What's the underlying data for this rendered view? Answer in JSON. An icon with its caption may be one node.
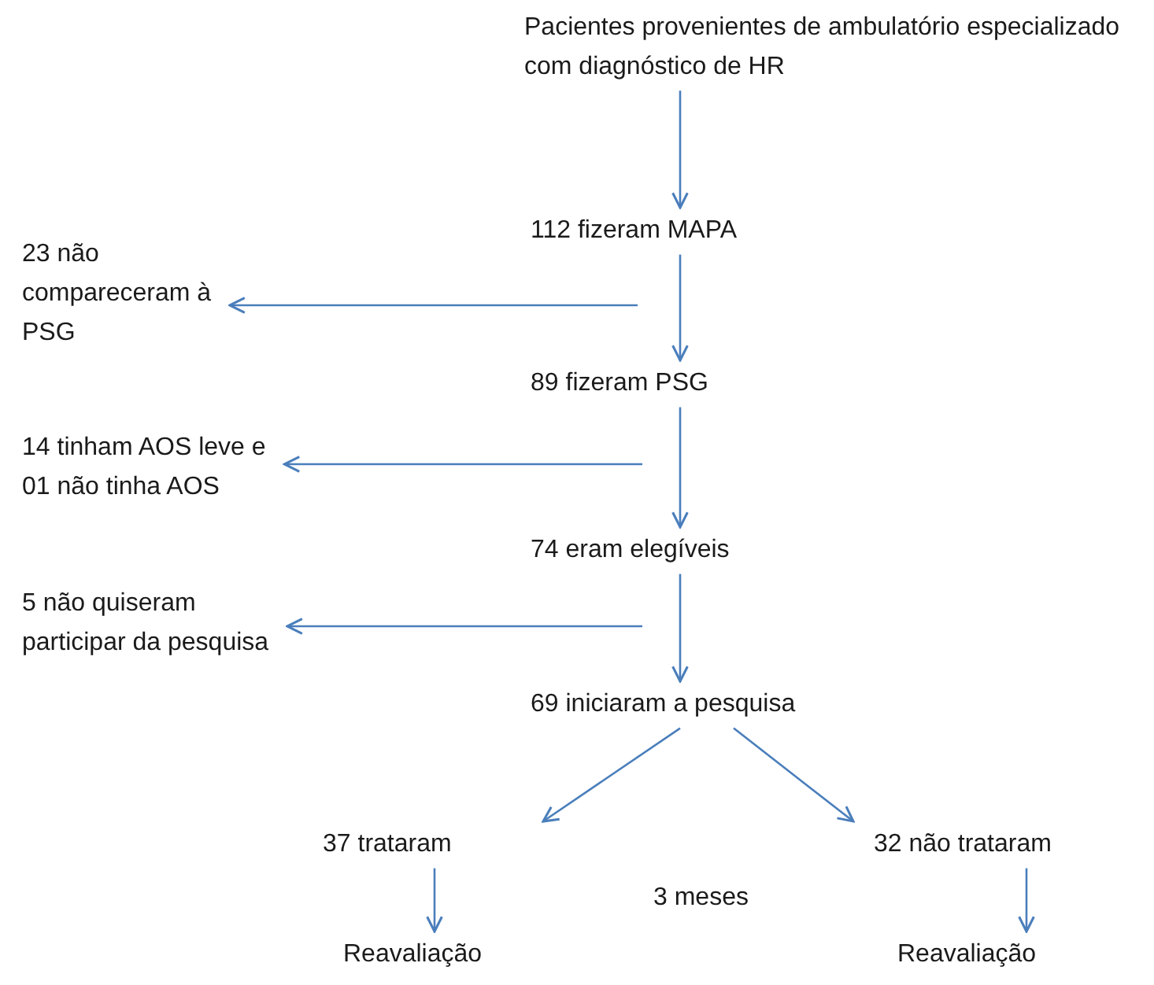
{
  "diagram": {
    "nodes": [
      {
        "text": [
          "Pacientes provenientes de ambulatório especializado com diagnóstico de HR"
        ]
      },
      {
        "text": [
          "112 fizeram MAPA"
        ]
      },
      {
        "text": [
          "23 não compareceram à PSG"
        ]
      },
      {
        "text": [
          "89 fizeram PSG"
        ]
      },
      {
        "text": [
          "14 tinham AOS leve e 01 não tinha AOS"
        ]
      },
      {
        "text": [
          "74 eram elegíveis"
        ]
      },
      {
        "text": [
          "5 não quiseram participar da pesquisa"
        ]
      },
      {
        "text": [
          "69 iniciaram a pesquisa"
        ]
      },
      {
        "text": [
          "37 trataram"
        ]
      },
      {
        "text": [
          "32 não trataram"
        ]
      },
      {
        "text": [
          "Reavaliação"
        ]
      },
      {
        "text": [
          "Reavaliação"
        ]
      }
    ],
    "edges": [
      {
        "from": 0,
        "to": 1,
        "arrow": "to"
      },
      {
        "from": null,
        "to": 2,
        "arrow": "to"
      },
      {
        "from": 1,
        "to": 3,
        "arrow": "to"
      },
      {
        "from": null,
        "to": 4,
        "arrow": "to"
      },
      {
        "from": 3,
        "to": 5,
        "arrow": "to"
      },
      {
        "from": null,
        "to": 6,
        "arrow": "to"
      },
      {
        "from": 5,
        "to": 7,
        "arrow": "to"
      },
      {
        "from": 7,
        "to": 8,
        "arrow": "to"
      },
      {
        "from": 7,
        "to": 9,
        "arrow": "to"
      },
      {
        "from": 8,
        "to": 10,
        "arrow": "to"
      },
      {
        "from": 9,
        "to": 11,
        "arrow": "to"
      }
    ],
    "labels": [
      "3 meses"
    ]
  }
}
